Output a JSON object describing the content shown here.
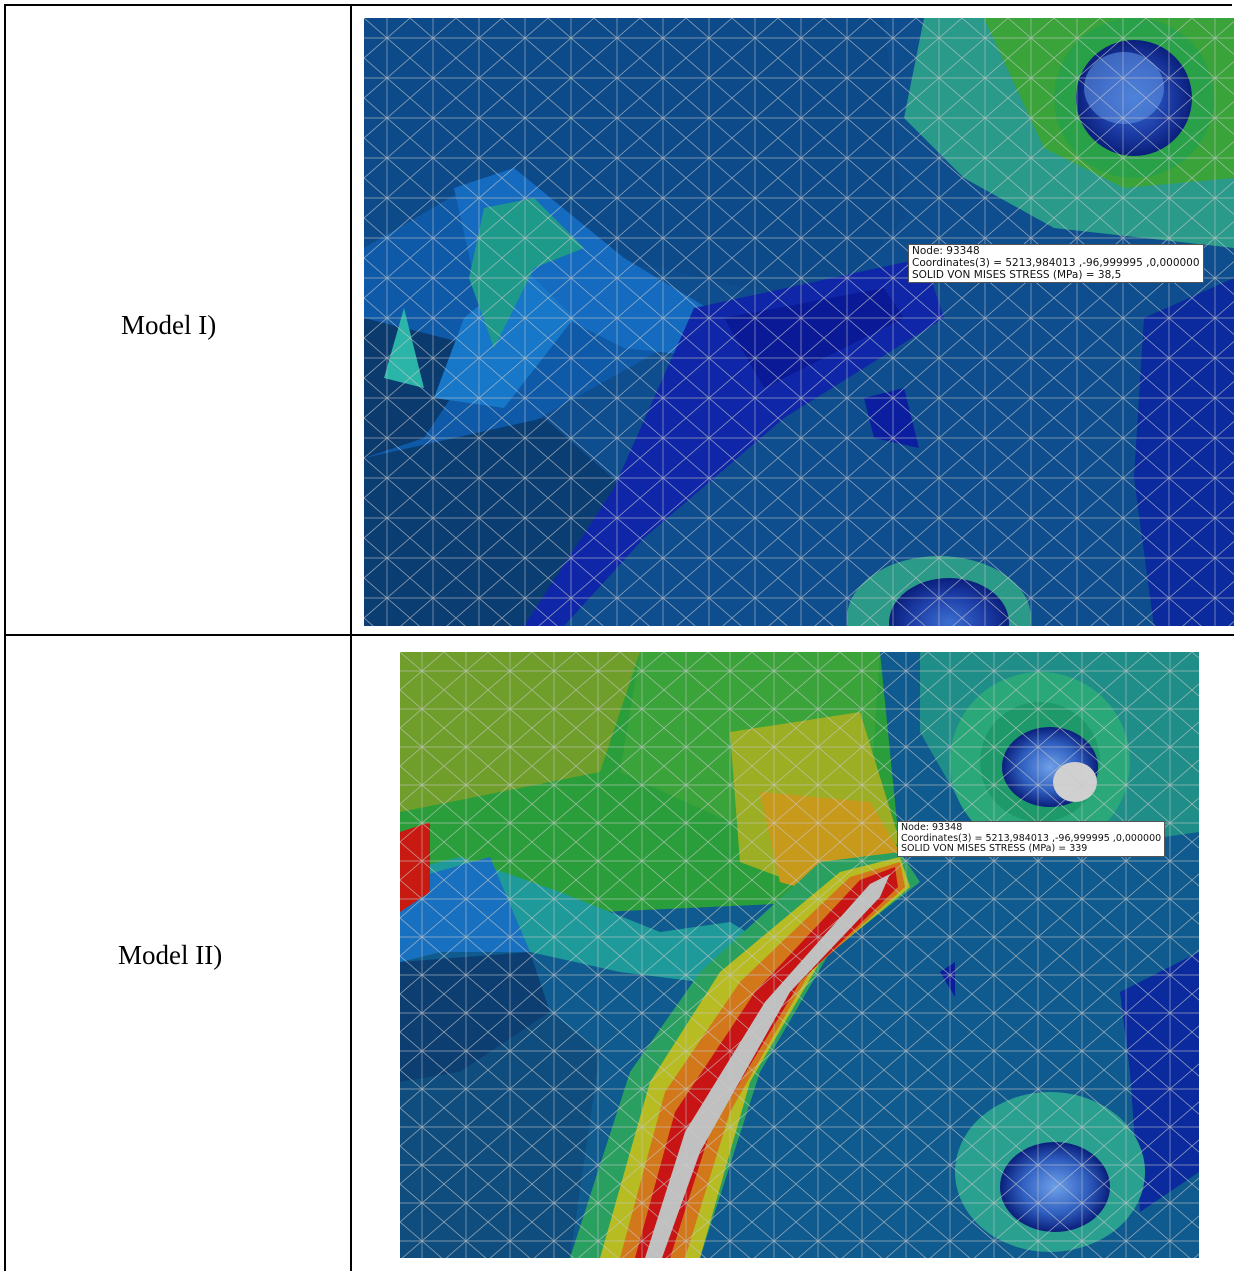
{
  "rows": [
    {
      "label": "Model I)",
      "tooltip": {
        "node": "Node: 93348",
        "coordinates": "Coordinates(3) = 5213,984013 ,-96,999995 ,0,000000",
        "stress": "SOLID VON MISES STRESS (MPa) = 38,5"
      }
    },
    {
      "label": "Model II)",
      "tooltip": {
        "node": "Node: 93348",
        "coordinates": "Coordinates(3) = 5213,984013 ,-96,999995 ,0,000000",
        "stress": "SOLID VON MISES STRESS (MPa) = 339"
      }
    }
  ],
  "colors": {
    "mesh_line": "#c8c8c8",
    "contour_dark_blue": "#0a1f9c",
    "contour_blue": "#0b4e96",
    "contour_teal": "#1f9a8a",
    "contour_green": "#2aa03a",
    "contour_yellow": "#c8c826",
    "contour_orange": "#d07a18",
    "contour_red": "#c81414",
    "contour_max_gray": "#bdbdbd"
  }
}
